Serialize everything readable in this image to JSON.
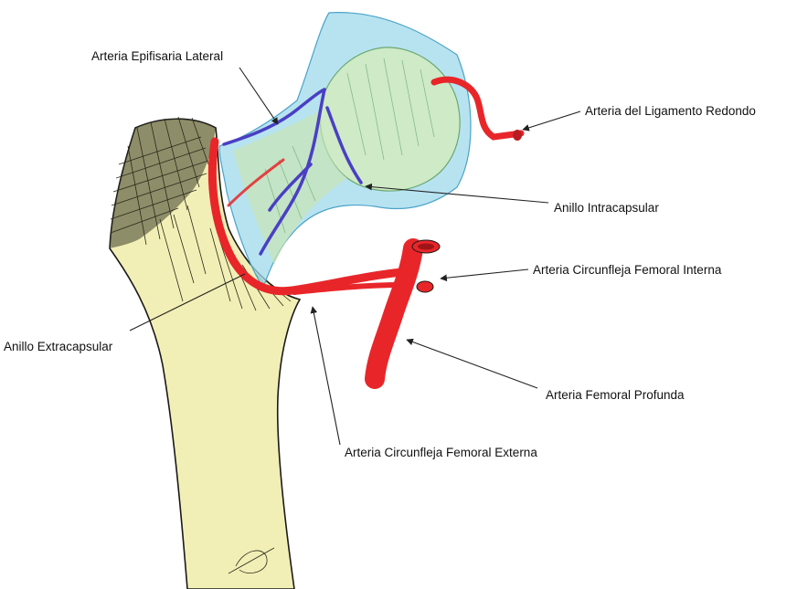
{
  "labels": {
    "arteria_epifisaria_lateral": "Arteria Epifisaria Lateral",
    "arteria_ligamento_redondo": "Arteria del Ligamento Redondo",
    "anillo_intracapsular": "Anillo Intracapsular",
    "arteria_circunfleja_interna": "Arteria Circunfleja Femoral Interna",
    "anillo_extracapsular": "Anillo Extracapsular",
    "arteria_femoral_profunda": "Arteria Femoral Profunda",
    "arteria_circunfleja_externa": "Arteria Circunfleja Femoral Externa"
  },
  "colors": {
    "bone": "#f2efb6",
    "capsule": "#9fd9ec",
    "femoral_head": "#d2ebc0",
    "artery": "#e8262a",
    "vein": "#4a3fc4",
    "outline": "#1a1a1a"
  }
}
